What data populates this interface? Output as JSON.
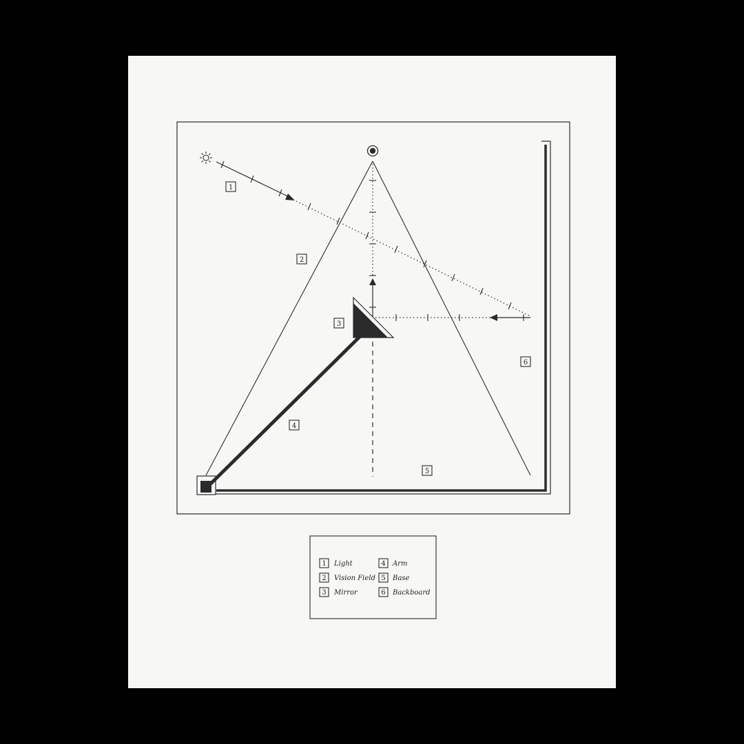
{
  "diagram": {
    "markers": [
      {
        "id": "marker-1",
        "number": "1"
      },
      {
        "id": "marker-2",
        "number": "2"
      },
      {
        "id": "marker-3",
        "number": "3"
      },
      {
        "id": "marker-4",
        "number": "4"
      },
      {
        "id": "marker-5",
        "number": "5"
      },
      {
        "id": "marker-6",
        "number": "6"
      }
    ],
    "icons": [
      "sun-icon",
      "eye-icon"
    ]
  },
  "legend": {
    "items": [
      {
        "number": "1",
        "label": "Light"
      },
      {
        "number": "2",
        "label": "Vision Field"
      },
      {
        "number": "3",
        "label": "Mirror"
      },
      {
        "number": "4",
        "label": "Arm"
      },
      {
        "number": "5",
        "label": "Base"
      },
      {
        "number": "6",
        "label": "Backboard"
      }
    ]
  },
  "colors": {
    "background": "#000000",
    "paper": "#f7f7f5",
    "ink": "#2b2b2b"
  }
}
